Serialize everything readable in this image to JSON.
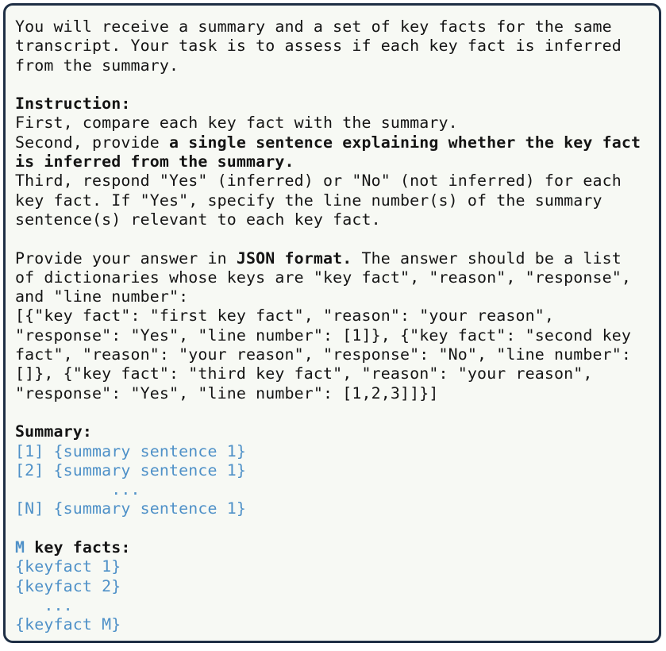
{
  "intro": [
    "You will receive a summary and a set of key facts for the same",
    "transcript. Your task is to assess if each key fact is inferred",
    "from the summary."
  ],
  "instruction": {
    "heading": "Instruction:",
    "first": "First, compare each key fact with the summary.",
    "second_prefix": "Second, provide ",
    "second_bold_1": "a single sentence explaining whether the key fact",
    "second_bold_2": "is inferred from the summary.",
    "third": [
      "Third, respond \"Yes\" (inferred) or \"No\" (not inferred) for each",
      "key fact. If \"Yes\", specify the line number(s) of the summary",
      "sentence(s) relevant to each key fact."
    ]
  },
  "format": {
    "prefix": "Provide your answer in ",
    "bold": "JSON format.",
    "suffix": " The answer should be a list",
    "lines": [
      "of dictionaries whose keys are \"key fact\", \"reason\", \"response\",",
      "and \"line number\":",
      "[{\"key fact\": \"first key fact\", \"reason\": \"your reason\",",
      "\"response\": \"Yes\", \"line number\": [1]}, {\"key fact\": \"second key",
      "fact\", \"reason\": \"your reason\", \"response\": \"No\", \"line number\":",
      "[]}, {\"key fact\": \"third key fact\", \"reason\": \"your reason\",",
      "\"response\": \"Yes\", \"line number\": [1,2,3]]}]"
    ]
  },
  "summary": {
    "heading": "Summary:",
    "lines": [
      "[1] {summary sentence 1}",
      "[2] {summary sentence 1}",
      "          ...",
      "[N] {summary sentence 1}"
    ]
  },
  "keyfacts": {
    "count_var": "M",
    "heading": " key facts:",
    "lines": [
      "{keyfact 1}",
      "{keyfact 2}",
      "   ...",
      "{keyfact M}"
    ]
  },
  "colors": {
    "placeholder": "#4f91c8",
    "border": "#1f2f45",
    "background": "#f7f9f4",
    "text": "#141414"
  }
}
